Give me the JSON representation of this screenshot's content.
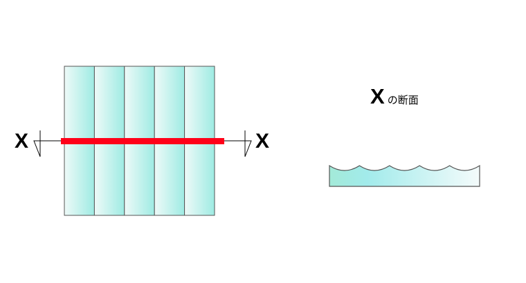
{
  "front_view": {
    "panel_count": 5,
    "section_marker_left": "X",
    "section_marker_right": "X",
    "cut_line_color": "#ff0019"
  },
  "section_view": {
    "title_letter": "X",
    "title_suffix": "の断面",
    "scallop_count": 5
  },
  "colors": {
    "glass_light": "#eefaf8",
    "glass_dark": "#9eebe3",
    "outline": "#555555"
  }
}
